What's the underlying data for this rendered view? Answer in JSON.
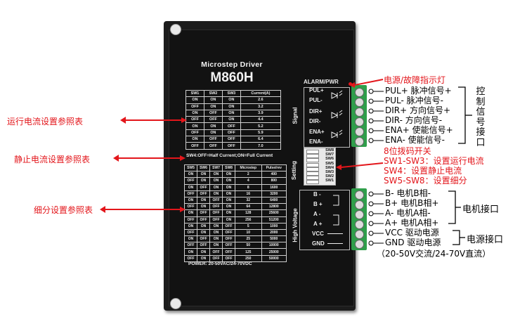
{
  "device": {
    "subtitle": "Microstep Driver",
    "model": "M860H",
    "sw4_note": "SW4:OFF=Half Current;ON=Full Current",
    "power_label": "POWER: 20-50VAC/24-70VDC",
    "alarm_pwr_label": "ALARM/PWR",
    "signal_label": "Signal",
    "setting_label": "Setting",
    "high_voltage_label": "High Voltage",
    "signal_pins": [
      "PUL+",
      "PUL-",
      "DIR+",
      "DIR-",
      "ENA+",
      "ENA-"
    ],
    "setting_switches": [
      "SW8",
      "SW7",
      "SW6",
      "SW5",
      "SW4",
      "SW3",
      "SW2",
      "SW1"
    ],
    "motor_pins": [
      "B -",
      "B +",
      "A -",
      "A +"
    ],
    "power_pins": [
      "VCC",
      "GND"
    ]
  },
  "current_table": {
    "headers": [
      "SW1",
      "SW2",
      "SW3",
      "Current(A)"
    ],
    "rows": [
      [
        "ON",
        "ON",
        "ON",
        "2.6"
      ],
      [
        "OFF",
        "ON",
        "ON",
        "3.2"
      ],
      [
        "ON",
        "OFF",
        "ON",
        "3.9"
      ],
      [
        "OFF",
        "OFF",
        "ON",
        "4.4"
      ],
      [
        "ON",
        "ON",
        "OFF",
        "5.2"
      ],
      [
        "OFF",
        "ON",
        "OFF",
        "5.9"
      ],
      [
        "ON",
        "OFF",
        "OFF",
        "6.4"
      ],
      [
        "OFF",
        "OFF",
        "OFF",
        "7.0"
      ]
    ]
  },
  "microstep_table": {
    "headers": [
      "SW5",
      "SW6",
      "SW7",
      "SW8",
      "Microstep",
      "Pulse/rev"
    ],
    "rows": [
      [
        "ON",
        "ON",
        "ON",
        "ON",
        "2",
        "400"
      ],
      [
        "OFF",
        "ON",
        "ON",
        "ON",
        "4",
        "800"
      ],
      [
        "ON",
        "OFF",
        "ON",
        "ON",
        "8",
        "1600"
      ],
      [
        "OFF",
        "OFF",
        "ON",
        "ON",
        "16",
        "3200"
      ],
      [
        "ON",
        "ON",
        "OFF",
        "ON",
        "32",
        "6400"
      ],
      [
        "OFF",
        "ON",
        "OFF",
        "ON",
        "64",
        "12800"
      ],
      [
        "ON",
        "OFF",
        "OFF",
        "ON",
        "128",
        "25600"
      ],
      [
        "OFF",
        "OFF",
        "OFF",
        "ON",
        "256",
        "51200"
      ],
      [
        "ON",
        "ON",
        "ON",
        "OFF",
        "5",
        "1000"
      ],
      [
        "OFF",
        "ON",
        "ON",
        "OFF",
        "10",
        "2000"
      ],
      [
        "ON",
        "OFF",
        "ON",
        "OFF",
        "25",
        "5000"
      ],
      [
        "OFF",
        "OFF",
        "ON",
        "OFF",
        "50",
        "10000"
      ],
      [
        "ON",
        "ON",
        "OFF",
        "OFF",
        "125",
        "25000"
      ],
      [
        "OFF",
        "ON",
        "OFF",
        "OFF",
        "250",
        "50000"
      ]
    ]
  },
  "annotations": {
    "left": [
      "运行电流设置参照表",
      "静止电流设置参照表",
      "细分设置参照表"
    ],
    "power_fault_indicator": "电源/故障指示灯",
    "signal_terminals": [
      "PUL+ 脉冲信号+",
      "PUL- 脉冲信号-",
      "DIR+ 方向信号+",
      "DIR- 方向信号-",
      "ENA+ 使能信号+",
      "ENA- 使能信号-"
    ],
    "control_signal_interface": [
      "控",
      "制",
      "信",
      "号",
      "接",
      "口"
    ],
    "dip_switch": [
      "8位拨码开关",
      "SW1-SW3：设置运行电流",
      "SW4：设置静止电流",
      "SW5-SW8：设置细分"
    ],
    "motor_terminals": [
      "B- 电机B相-",
      "B+ 电机B相+",
      "A- 电机A相-",
      "A+ 电机A相+"
    ],
    "motor_interface": "电机接口",
    "power_terminals": [
      "VCC 驱动电源",
      "GND 驱动电源"
    ],
    "power_interface": "电源接口",
    "power_range": "（20-50V交流/24-70V直流）"
  },
  "colors": {
    "accent_red": "#e3161b",
    "terminal_green": "#2f9e4a",
    "device_black": "#121212"
  }
}
